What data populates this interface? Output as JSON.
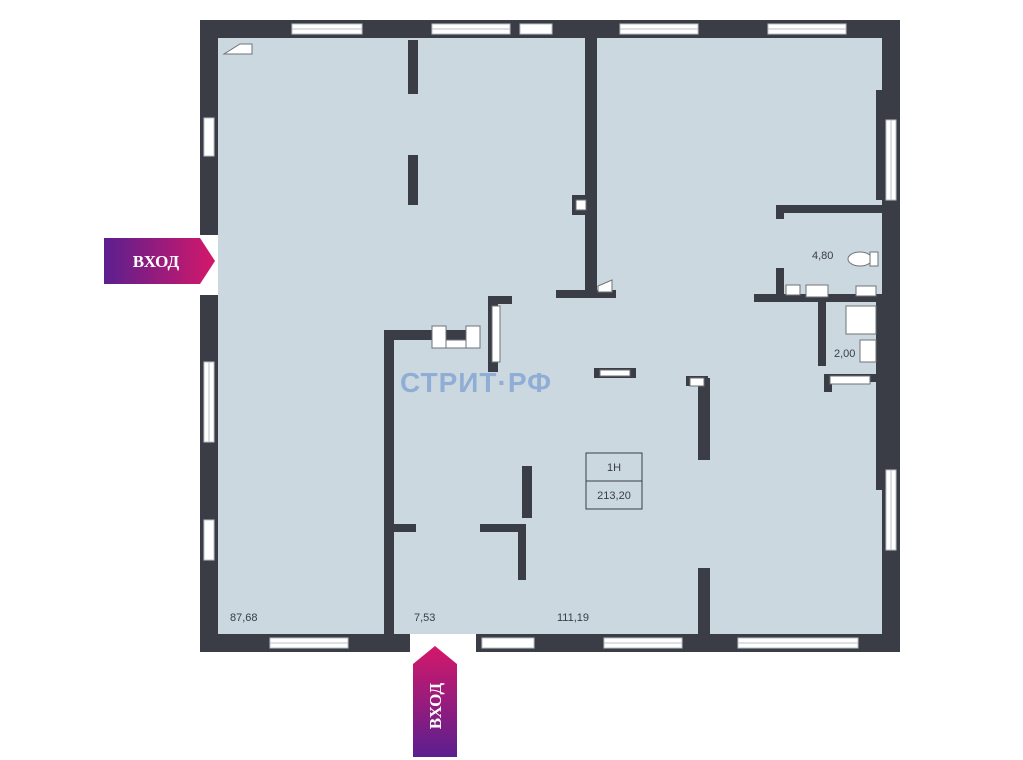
{
  "rooms": [
    {
      "id": "room-west",
      "area": "87,68"
    },
    {
      "id": "room-small",
      "area": "7,53"
    },
    {
      "id": "room-main",
      "area": "111,19"
    },
    {
      "id": "room-wc",
      "area": "4,80"
    },
    {
      "id": "room-wc2",
      "area": "2,00"
    }
  ],
  "unit": {
    "name": "1Н",
    "area": "213,20"
  },
  "watermark": "СТРИТ·РФ",
  "entrances": [
    {
      "id": "entrance-west",
      "label": "ВХОД"
    },
    {
      "id": "entrance-south",
      "label": "ВХОД"
    }
  ],
  "colors": {
    "wall": "#3a3d45",
    "floor": "#cbd8e0",
    "entrance_gradient_start": "#6a1b9a",
    "entrance_gradient_end": "#d81b60"
  }
}
